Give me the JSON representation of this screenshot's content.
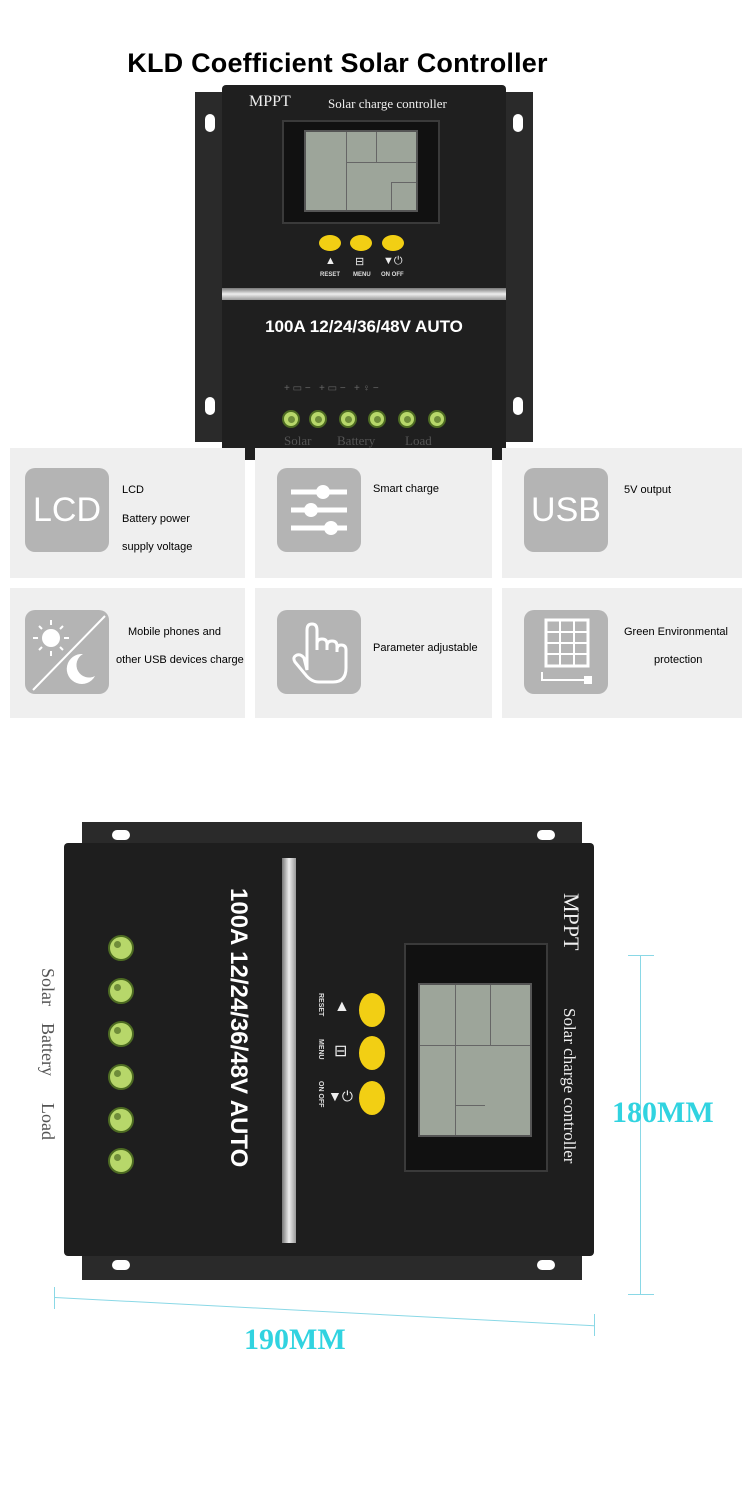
{
  "page_title": "KLD Coefficient Solar Controller",
  "top_controller": {
    "brand": "MPPT",
    "subtitle": "Solar charge controller",
    "buttons": [
      {
        "symbol": "▲",
        "label": "RESET"
      },
      {
        "symbol": "⊟",
        "label": "MENU"
      },
      {
        "symbol": "▼⏻",
        "label": "ON OFF"
      }
    ],
    "rating": "100A 12/24/36/48V AUTO",
    "terminal_labels": [
      "Solar",
      "Battery",
      "Load"
    ],
    "terminal_count": 6
  },
  "features": [
    {
      "icon": "lcd-icon",
      "icon_text": "LCD",
      "lines": [
        "LCD",
        "Battery power",
        "supply voltage"
      ]
    },
    {
      "icon": "sliders-icon",
      "icon_text": "",
      "lines": [
        "Smart charge"
      ]
    },
    {
      "icon": "usb-icon",
      "icon_text": "USB",
      "lines": [
        "5V output"
      ]
    },
    {
      "icon": "day-night-icon",
      "icon_text": "",
      "lines": [
        "Mobile phones and",
        "other USB devices charge"
      ]
    },
    {
      "icon": "hand-pointer-icon",
      "icon_text": "",
      "lines": [
        "Parameter adjustable"
      ]
    },
    {
      "icon": "solar-panel-icon",
      "icon_text": "",
      "lines": [
        "Green Environmental",
        "protection"
      ]
    }
  ],
  "bottom_controller": {
    "brand": "MPPT",
    "subtitle": "Solar charge controller",
    "rating": "100A 12/24/36/48V AUTO",
    "buttons": [
      {
        "symbol": "▲",
        "label": "RESET"
      },
      {
        "symbol": "⊟",
        "label": "MENU"
      },
      {
        "symbol": "▼⏻",
        "label": "ON OFF"
      }
    ],
    "terminal_labels": [
      "Solar",
      "Battery",
      "Load"
    ],
    "terminal_count": 6
  },
  "dimensions": {
    "height": "180MM",
    "width": "190MM"
  },
  "colors": {
    "button_yellow": "#f2cf14",
    "terminal_green": "#b7d76a",
    "dimension_cyan": "#31d3e0"
  }
}
